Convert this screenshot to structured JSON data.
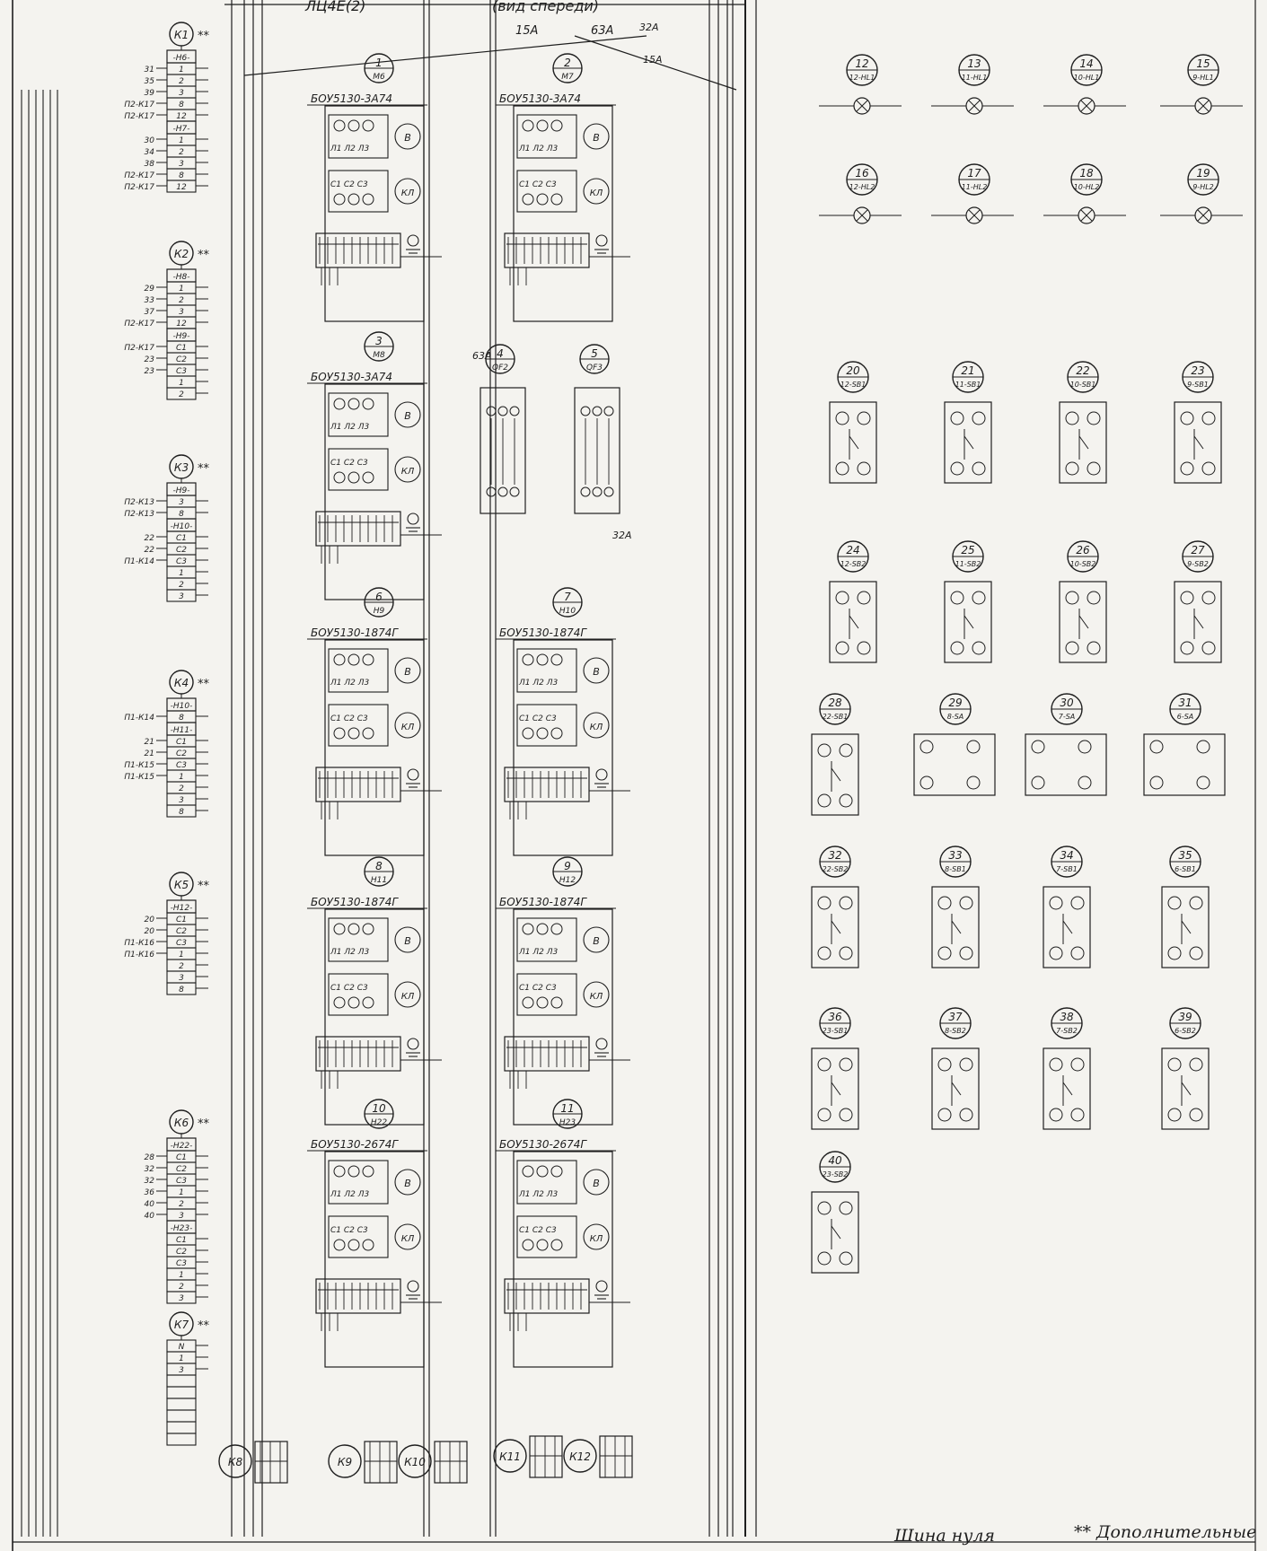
{
  "header": {
    "left_fragment": "ЛЦ4Е(2)",
    "right_fragment": "(вид спереди)"
  },
  "footer": {
    "left_text": "Шина нуля",
    "right_text": "** Дополнительные"
  },
  "ratings": [
    "15А",
    "63А",
    "32А",
    "15А"
  ],
  "terminal_strips": [
    {
      "id": "К1**",
      "groups": [
        {
          "name": "-Н6-",
          "rows": [
            "1",
            "2",
            "3",
            "8",
            "12"
          ]
        },
        {
          "name": "-Н7-",
          "rows": [
            "1",
            "2",
            "3",
            "8",
            "12"
          ]
        }
      ],
      "left_wires": [
        "31",
        "35",
        "39",
        "П2-К17",
        "П2-К17",
        "30",
        "34",
        "38",
        "П2-К17",
        "П2-К17"
      ]
    },
    {
      "id": "К2**",
      "groups": [
        {
          "name": "-Н8-",
          "rows": [
            "1",
            "2",
            "3",
            "12"
          ]
        },
        {
          "name": "-Н9-",
          "rows": [
            "С1",
            "С2",
            "С3",
            "1",
            "2"
          ]
        }
      ],
      "left_wires": [
        "29",
        "33",
        "37",
        "П2-К17",
        "П2-К17",
        "23",
        "23"
      ]
    },
    {
      "id": "К3**",
      "groups": [
        {
          "name": "-Н9-",
          "rows": [
            "3",
            "8"
          ]
        },
        {
          "name": "-Н10-",
          "rows": [
            "С1",
            "С2",
            "С3",
            "1",
            "2",
            "3"
          ]
        }
      ],
      "left_wires": [
        "П2-К13",
        "П2-К13",
        "22",
        "22",
        "П1-К14"
      ]
    },
    {
      "id": "К4**",
      "groups": [
        {
          "name": "-Н10-",
          "rows": [
            "8"
          ]
        },
        {
          "name": "-Н11-",
          "rows": [
            "С1",
            "С2",
            "С3",
            "1",
            "2",
            "3",
            "8"
          ]
        }
      ],
      "left_wires": [
        "П1-К14",
        "21",
        "21",
        "П1-К15",
        "П1-К15"
      ]
    },
    {
      "id": "К5**",
      "groups": [
        {
          "name": "-Н12-",
          "rows": [
            "С1",
            "С2",
            "С3",
            "1",
            "2",
            "3",
            "8"
          ]
        }
      ],
      "left_wires": [
        "20",
        "20",
        "П1-К16",
        "П1-К16"
      ]
    },
    {
      "id": "К6**",
      "groups": [
        {
          "name": "-Н22-",
          "rows": [
            "С1",
            "С2",
            "С3",
            "1",
            "2",
            "3"
          ]
        },
        {
          "name": "-Н23-",
          "rows": [
            "С1",
            "С2",
            "С3",
            "1",
            "2",
            "3"
          ]
        }
      ],
      "left_wires": [
        "28",
        "32",
        "32",
        "36",
        "40",
        "40"
      ]
    },
    {
      "id": "К7**",
      "groups": [
        {
          "name": "",
          "rows": [
            "N",
            "1",
            "3"
          ]
        }
      ],
      "left_wires": []
    }
  ],
  "starters": [
    {
      "num": "1",
      "pos": "М6",
      "model": "БОУ5130-3А74"
    },
    {
      "num": "2",
      "pos": "М7",
      "model": "БОУ5130-3А74"
    },
    {
      "num": "3",
      "pos": "М8",
      "model": "БОУ5130-3А74"
    },
    {
      "num": "6",
      "pos": "Н9",
      "model": "БОУ5130-1874Г"
    },
    {
      "num": "7",
      "pos": "Н10",
      "model": "БОУ5130-1874Г"
    },
    {
      "num": "8",
      "pos": "Н11",
      "model": "БОУ5130-1874Г"
    },
    {
      "num": "9",
      "pos": "Н12",
      "model": "БОУ5130-1874Г"
    },
    {
      "num": "10",
      "pos": "Н22",
      "model": "БОУ5130-2674Г"
    },
    {
      "num": "11",
      "pos": "Н23",
      "model": "БОУ5130-2674Г"
    }
  ],
  "breakers": [
    {
      "num": "4",
      "pos": "QF2"
    },
    {
      "num": "5",
      "pos": "QF3"
    }
  ],
  "starter_labels": {
    "phase": "Л1 Л2 Л3",
    "coil_in": "С1 С2 С3",
    "phase_circle": "В",
    "coil_circle": "КЛ"
  },
  "lamps": [
    {
      "num": "12",
      "pos": "12-HL1"
    },
    {
      "num": "13",
      "pos": "11-HL1"
    },
    {
      "num": "14",
      "pos": "10-HL1"
    },
    {
      "num": "15",
      "pos": "9-HL1"
    },
    {
      "num": "16",
      "pos": "12-HL2"
    },
    {
      "num": "17",
      "pos": "11-HL2"
    },
    {
      "num": "18",
      "pos": "10-HL2"
    },
    {
      "num": "19",
      "pos": "9-HL2"
    }
  ],
  "buttons": [
    {
      "num": "20",
      "pos": "12-SB1"
    },
    {
      "num": "21",
      "pos": "11-SB1"
    },
    {
      "num": "22",
      "pos": "10-SB1"
    },
    {
      "num": "23",
      "pos": "9-SB1"
    },
    {
      "num": "24",
      "pos": "12-SB2"
    },
    {
      "num": "25",
      "pos": "11-SB2"
    },
    {
      "num": "26",
      "pos": "10-SB2"
    },
    {
      "num": "27",
      "pos": "9-SB2"
    },
    {
      "num": "28",
      "pos": "22-SB1"
    },
    {
      "num": "29",
      "pos": "8-SA"
    },
    {
      "num": "30",
      "pos": "7-SA"
    },
    {
      "num": "31",
      "pos": "6-SA"
    },
    {
      "num": "32",
      "pos": "22-SB2"
    },
    {
      "num": "33",
      "pos": "8-SB1"
    },
    {
      "num": "34",
      "pos": "7-SB1"
    },
    {
      "num": "35",
      "pos": "6-SB1"
    },
    {
      "num": "36",
      "pos": "23-SB1"
    },
    {
      "num": "37",
      "pos": "8-SB2"
    },
    {
      "num": "38",
      "pos": "7-SB2"
    },
    {
      "num": "39",
      "pos": "6-SB2"
    },
    {
      "num": "40",
      "pos": "23-SB2"
    }
  ],
  "connectors": [
    {
      "id": "К8"
    },
    {
      "id": "К9"
    },
    {
      "id": "К10"
    },
    {
      "id": "К11"
    },
    {
      "id": "К12"
    }
  ]
}
